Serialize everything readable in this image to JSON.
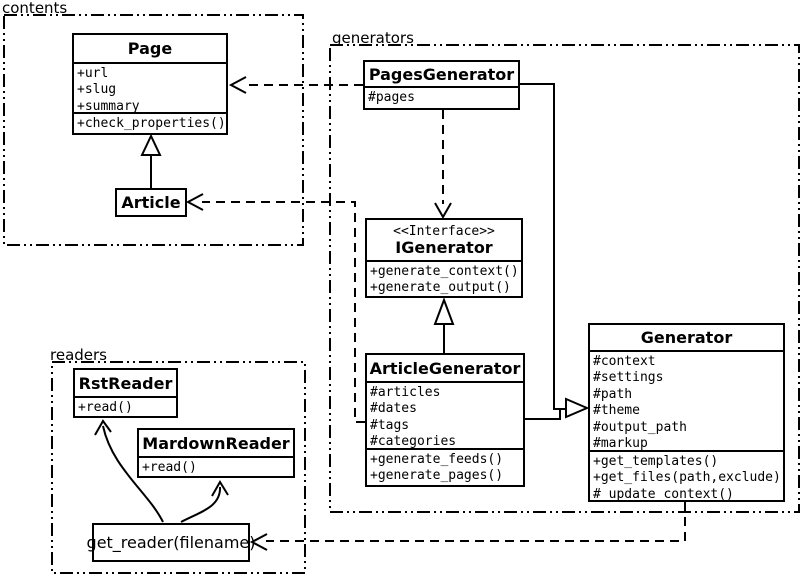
{
  "diagram_title": "Pelican content/generator/reader UML class diagram",
  "colors": {
    "stroke": "#000000",
    "background": "#ffffff",
    "box_fill": "#ffffff"
  },
  "packages": {
    "contents": {
      "label": "contents"
    },
    "generators": {
      "label": "generators"
    },
    "readers": {
      "label": "readers"
    }
  },
  "classes": {
    "page": {
      "name": "Page",
      "attrs": [
        "+url",
        "+slug",
        "+summary"
      ],
      "methods": [
        "+check_properties()"
      ]
    },
    "article": {
      "name": "Article"
    },
    "pages_generator": {
      "name": "PagesGenerator",
      "attrs": [
        "#pages"
      ]
    },
    "igenerator": {
      "stereotype": "<<Interface>>",
      "name": "IGenerator",
      "methods": [
        "+generate_context()",
        "+generate_output()"
      ]
    },
    "article_generator": {
      "name": "ArticleGenerator",
      "attrs": [
        "#articles",
        "#dates",
        "#tags",
        "#categories"
      ],
      "methods": [
        "+generate_feeds()",
        "+generate_pages()"
      ]
    },
    "generator": {
      "name": "Generator",
      "attrs": [
        "#context",
        "#settings",
        "#path",
        "#theme",
        "#output_path",
        "#markup"
      ],
      "methods": [
        "+get_templates()",
        "+get_files(path,exclude)",
        "#_update_context()"
      ]
    },
    "rst_reader": {
      "name": "RstReader",
      "methods": [
        "+read()"
      ]
    },
    "mardown_reader": {
      "name": "MardownReader",
      "methods": [
        "+read()"
      ]
    },
    "get_reader": {
      "name": "get_reader(filename)"
    }
  },
  "relations": [
    {
      "from": "Article",
      "to": "Page",
      "type": "generalization"
    },
    {
      "from": "PagesGenerator",
      "to": "Page",
      "type": "dependency"
    },
    {
      "from": "ArticleGenerator",
      "to": "Article",
      "type": "dependency"
    },
    {
      "from": "PagesGenerator",
      "to": "IGenerator",
      "type": "realization"
    },
    {
      "from": "ArticleGenerator",
      "to": "IGenerator",
      "type": "generalization"
    },
    {
      "from": "PagesGenerator",
      "to": "Generator",
      "type": "generalization"
    },
    {
      "from": "ArticleGenerator",
      "to": "Generator",
      "type": "generalization"
    },
    {
      "from": "Generator",
      "to": "get_reader(filename)",
      "type": "dependency"
    },
    {
      "from": "get_reader(filename)",
      "to": "RstReader",
      "type": "arrow"
    },
    {
      "from": "get_reader(filename)",
      "to": "MardownReader",
      "type": "arrow"
    }
  ]
}
